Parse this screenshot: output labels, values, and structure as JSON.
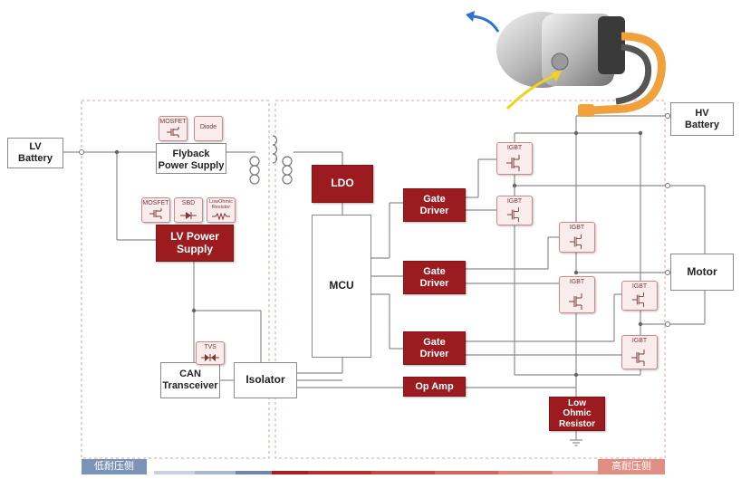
{
  "blocks": {
    "lv_battery": "LV\nBattery",
    "hv_battery": "HV\nBattery",
    "flyback": "Flyback\nPower Supply",
    "lv_power_supply": "LV Power\nSupply",
    "can_transceiver": "CAN\nTransceiver",
    "isolator": "Isolator",
    "ldo": "LDO",
    "mcu": "MCU",
    "gate_driver_1": "Gate\nDriver",
    "gate_driver_2": "Gate\nDriver",
    "gate_driver_3": "Gate\nDriver",
    "op_amp": "Op Amp",
    "low_ohmic_resistor": "Low\nOhmic\nResistor",
    "motor": "Motor"
  },
  "chips": {
    "flyback_mosfet": "MOSFET",
    "flyback_diode": "Diode",
    "lv_mosfet": "MOSFET",
    "lv_sbd": "SBD",
    "lv_low_ohmic": "LowOhmic\nResistor",
    "tvs": "TVS",
    "igbt": "IGBT"
  },
  "zones": {
    "low_voltage_label": "低耐压侧",
    "high_voltage_label": "高耐压侧"
  },
  "colors": {
    "accent_red": "#9c1b1f",
    "low_zone_blue": "#7b93b6",
    "high_zone_red": "#e08d84"
  }
}
